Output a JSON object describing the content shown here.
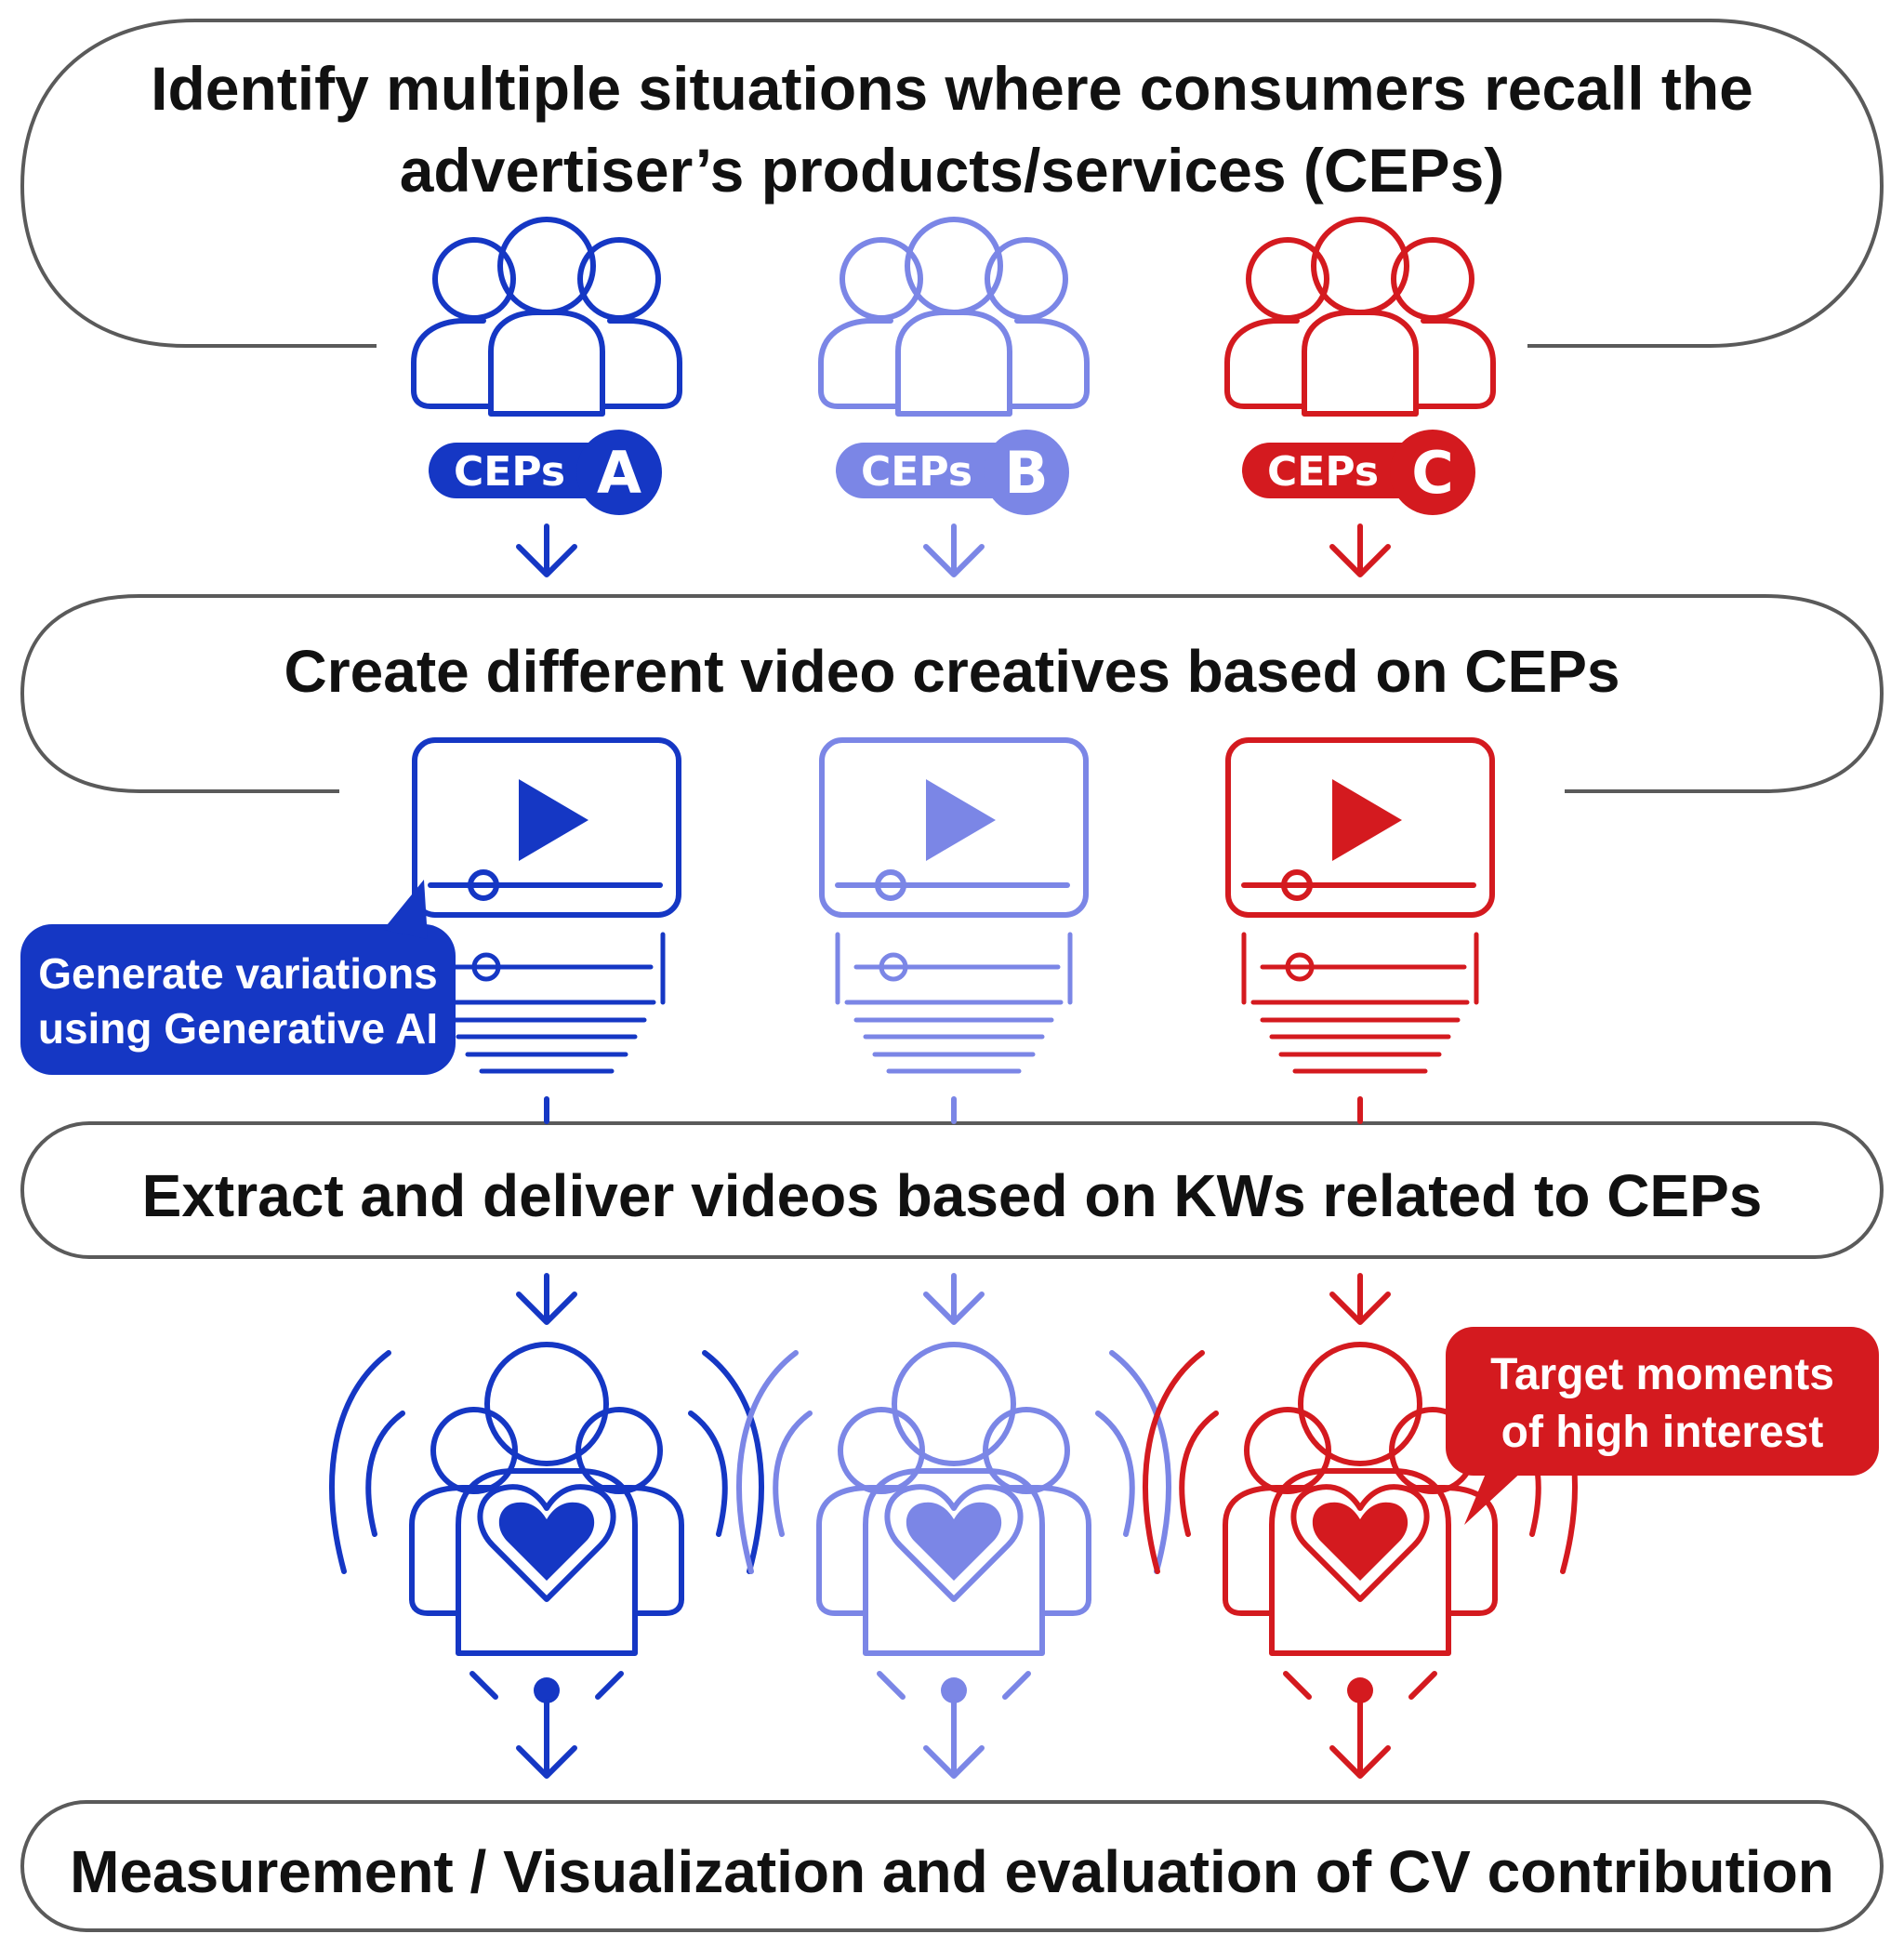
{
  "steps": {
    "step1": {
      "line1": "Identify multiple situations where consumers recall the",
      "line2": "advertiser’s products/services (CEPs)"
    },
    "step2": {
      "label": "Create different video creatives based on CEPs"
    },
    "step3": {
      "label": "Extract and deliver videos based on KWs related to CEPs"
    },
    "step4": {
      "label": "Measurement / Visualization and evaluation of CV contribution"
    }
  },
  "ceps": [
    {
      "prefix": "CEPs",
      "letter": "A",
      "color": "#1537c4"
    },
    {
      "prefix": "CEPs",
      "letter": "B",
      "color": "#7b86e6"
    },
    {
      "prefix": "CEPs",
      "letter": "C",
      "color": "#d41a1f"
    }
  ],
  "callouts": {
    "generative_ai": {
      "line1": "Generate variations",
      "line2": "using Generative AI",
      "color": "#1537c4"
    },
    "target_moments": {
      "line1": "Target moments",
      "line2": "of high interest",
      "color": "#d41a1f"
    }
  },
  "icons": {
    "audience": "people-group-icon",
    "video": "video-player-icon",
    "video_stack": "video-variations-stack-icon",
    "engaged_viewer": "person-heart-icon",
    "arrow": "arrow-down-icon"
  },
  "colors": {
    "outline": "#5a5a5a",
    "text": "#111111"
  }
}
